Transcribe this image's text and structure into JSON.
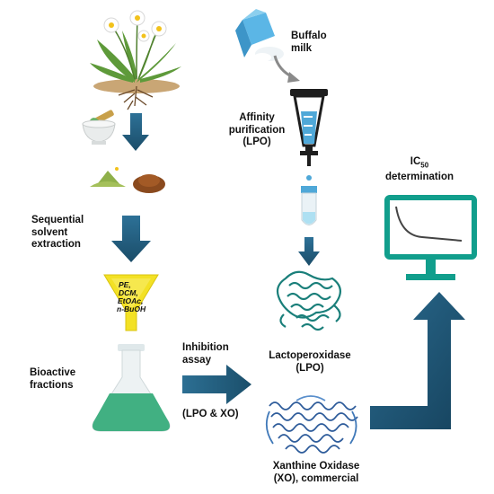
{
  "labels": {
    "milk": "Buffalo\nmilk",
    "affinity": "Affinity\npurification\n(LPO)",
    "ic50": "IC",
    "ic50_sub": "50",
    "ic50_rest": "determination",
    "extraction": "Sequential\nsolvent\nextraction",
    "bioactive": "Bioactive\nfractions",
    "assay": "Inhibition\nassay",
    "enzymes": "(LPO & XO)",
    "lpo": "Lactoperoxidase\n(LPO)",
    "xo": "Xanthine Oxidase\n(XO), commercial"
  },
  "funnel_solvents": [
    "PE,",
    "DCM,",
    "EtOAc,",
    "n-BuOH"
  ],
  "colors": {
    "arrow": "#1f5f80",
    "funnel": "#f3e125",
    "flask_liquid": "#41b082",
    "protein": "#1a7f7a",
    "monitor": "#119e8c",
    "xo_protein": "#2d5b9a"
  },
  "icons": [
    "dandelion-plant",
    "mortar-pestle",
    "plant-powders",
    "milk-carton",
    "chromatography-column",
    "test-tube",
    "solvent-funnel",
    "erlenmeyer-flask",
    "lpo-protein-structure",
    "xo-protein-structure",
    "monitor-curve"
  ]
}
